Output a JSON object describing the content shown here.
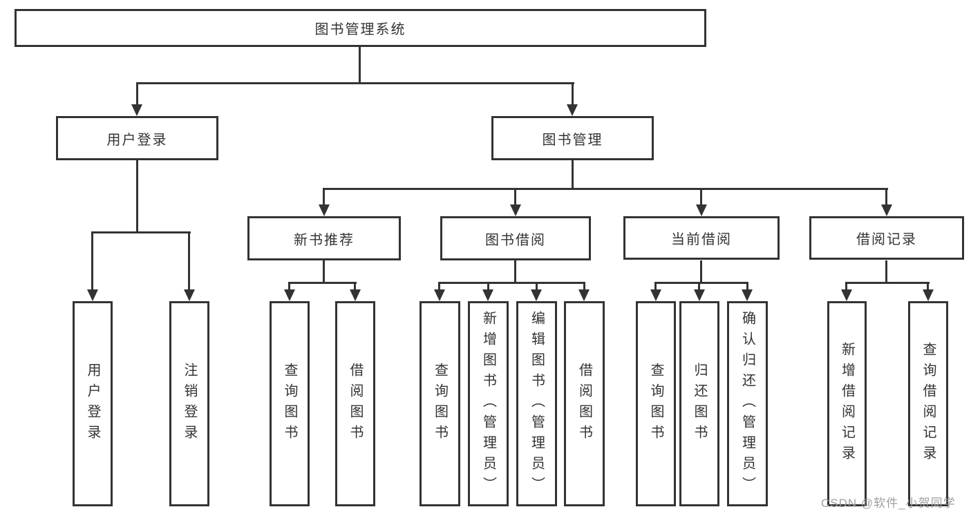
{
  "diagram": {
    "root": {
      "label": "图书管理系统"
    },
    "level2": [
      {
        "label": "用户登录"
      },
      {
        "label": "图书管理"
      }
    ],
    "level3": [
      {
        "label": "新书推荐"
      },
      {
        "label": "图书借阅"
      },
      {
        "label": "当前借阅"
      },
      {
        "label": "借阅记录"
      }
    ],
    "leaves": {
      "user_login": [
        {
          "label": "用户登录"
        },
        {
          "label": "注销登录"
        }
      ],
      "new_books": [
        {
          "label": "查询图书"
        },
        {
          "label": "借阅图书"
        }
      ],
      "book_borrow": [
        {
          "label": "查询图书"
        },
        {
          "label": "新增图书（管理员）"
        },
        {
          "label": "编辑图书（管理员）"
        },
        {
          "label": "借阅图书"
        }
      ],
      "current_borrow": [
        {
          "label": "查询图书"
        },
        {
          "label": "归还图书"
        },
        {
          "label": "确认归还（管理员）"
        }
      ],
      "borrow_records": [
        {
          "label": "新增借阅记录"
        },
        {
          "label": "查询借阅记录"
        }
      ]
    }
  },
  "watermark": {
    "text": "CSDN @软件_小贺同学"
  },
  "colors": {
    "line": "#333333",
    "text": "#333333",
    "watermark": "#9e9e9e",
    "background": "#ffffff"
  }
}
